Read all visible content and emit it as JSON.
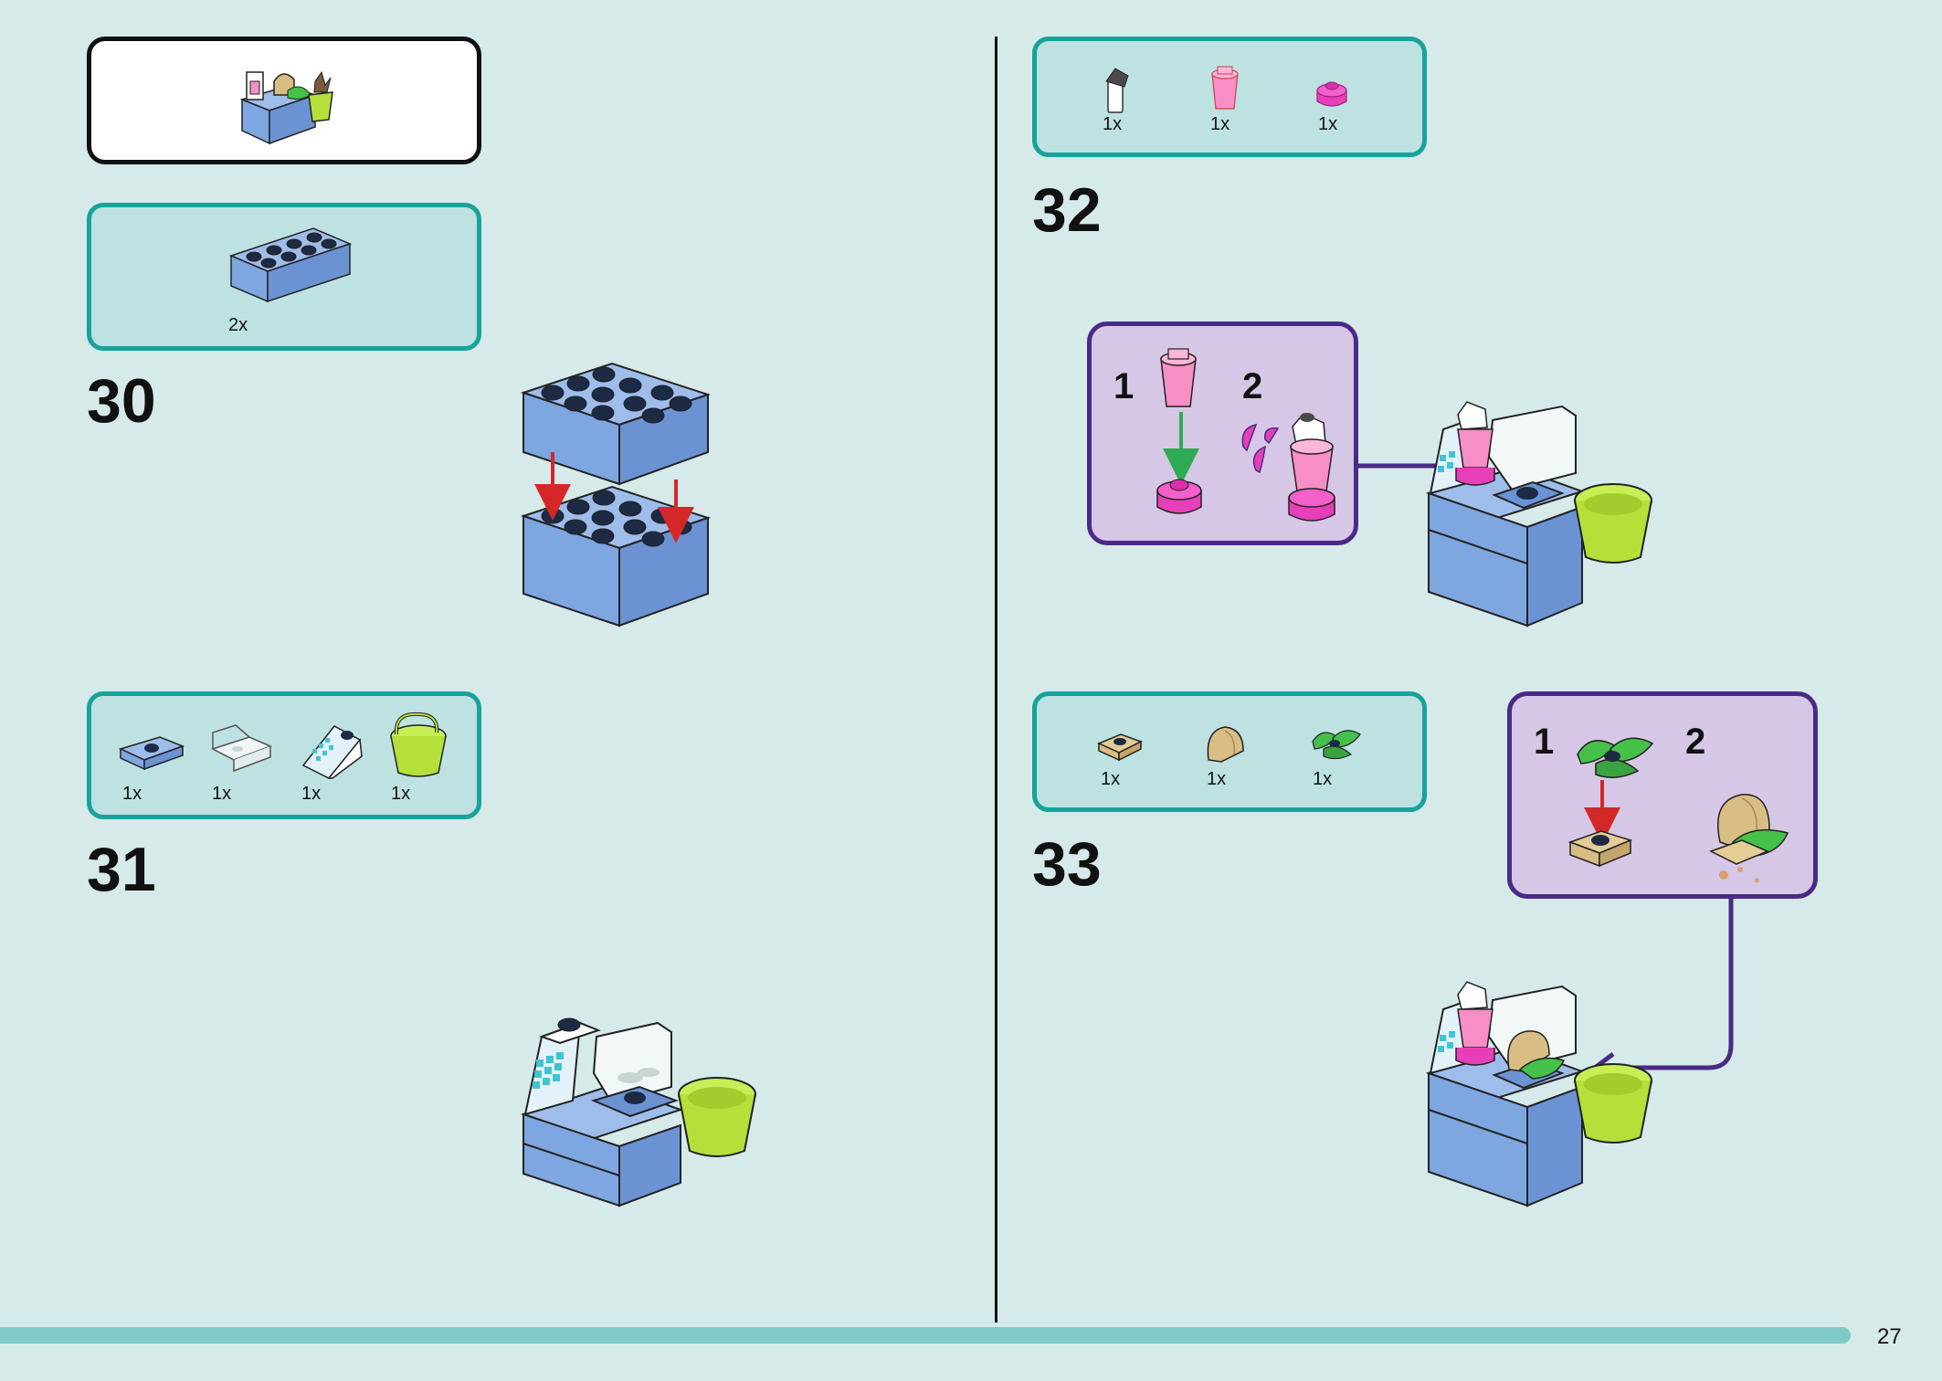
{
  "page_number": "27",
  "colors": {
    "background": "#d5eae9",
    "parts_panel_border": "#17a39b",
    "parts_panel_fill": "#bde2e1",
    "substep_border": "#4a2a86",
    "substep_fill": "#d6c7e6",
    "brick_blue": "#7ea6e0",
    "lime": "#b5e03a",
    "pink": "#f78ec5",
    "magenta": "#e63fb8",
    "tan": "#d8bd84",
    "green": "#45c14a",
    "arrow_red": "#d42828",
    "arrow_green": "#2faa55",
    "arrow_purple": "#4a2a86"
  },
  "steps": [
    {
      "number": "30",
      "parts": [
        {
          "name": "blue-2x4-brick",
          "qty": "2x"
        }
      ]
    },
    {
      "number": "31",
      "parts": [
        {
          "name": "blue-plate-with-stud",
          "qty": "1x"
        },
        {
          "name": "white-display-case",
          "qty": "1x"
        },
        {
          "name": "cash-register-slope",
          "qty": "1x"
        },
        {
          "name": "lime-bucket",
          "qty": "1x"
        }
      ]
    },
    {
      "number": "32",
      "parts": [
        {
          "name": "white-blender-lid",
          "qty": "1x"
        },
        {
          "name": "pink-cup",
          "qty": "1x"
        },
        {
          "name": "magenta-round-base",
          "qty": "1x"
        }
      ],
      "substeps": [
        "1",
        "2"
      ]
    },
    {
      "number": "33",
      "parts": [
        {
          "name": "tan-plate",
          "qty": "1x"
        },
        {
          "name": "tan-bread-piece",
          "qty": "1x"
        },
        {
          "name": "green-leaves",
          "qty": "1x"
        }
      ],
      "substeps": [
        "1",
        "2"
      ]
    }
  ]
}
